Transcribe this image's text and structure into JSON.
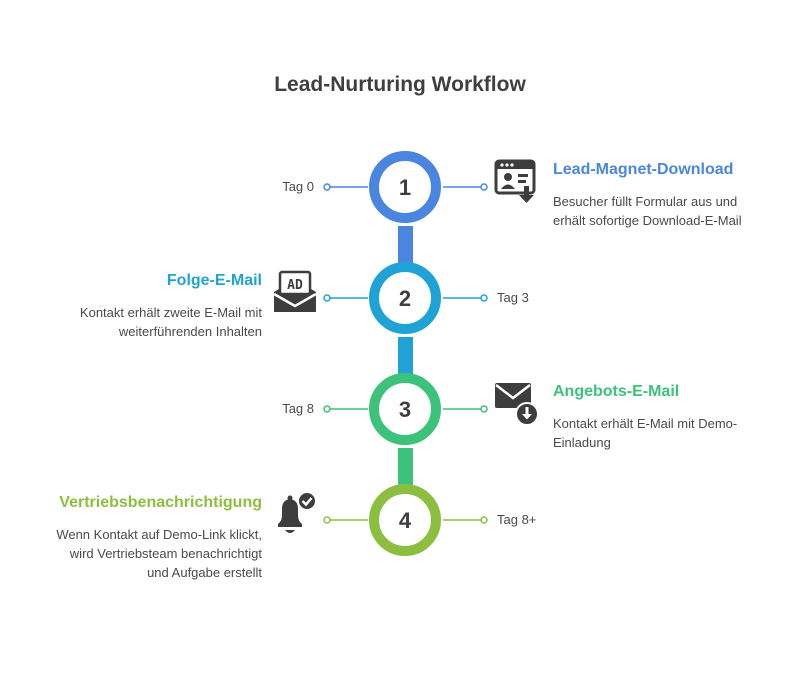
{
  "title": "Lead-Nurturing Workflow",
  "colors": {
    "step1": "#4a86e0",
    "step2": "#1fa3d6",
    "step3": "#3cc27a",
    "step4": "#8cbf3f",
    "icon": "#3d3d3d"
  },
  "steps": [
    {
      "number": "1",
      "day": "Tag 0",
      "title": "Lead-Magnet-Download",
      "description": [
        "Besucher füllt Formular aus und",
        "erhält sofortige Download-E-Mail"
      ],
      "icon": "download-form-icon"
    },
    {
      "number": "2",
      "day": "Tag 3",
      "title": "Folge-E-Mail",
      "description": [
        "Kontakt erhält zweite E-Mail mit",
        "weiterführenden Inhalten"
      ],
      "icon": "ad-envelope-icon",
      "icon_text": "AD"
    },
    {
      "number": "3",
      "day": "Tag 8",
      "title": "Angebots-E-Mail",
      "description": [
        "Kontakt erhält E-Mail mit Demo-",
        "Einladung"
      ],
      "icon": "mail-download-icon"
    },
    {
      "number": "4",
      "day": "Tag 8+",
      "title": "Vertriebsbenachrichtigung",
      "description": [
        "Wenn Kontakt auf Demo-Link klickt,",
        "wird Vertriebsteam benachrichtigt",
        "und Aufgabe erstellt"
      ],
      "icon": "bell-check-icon"
    }
  ]
}
